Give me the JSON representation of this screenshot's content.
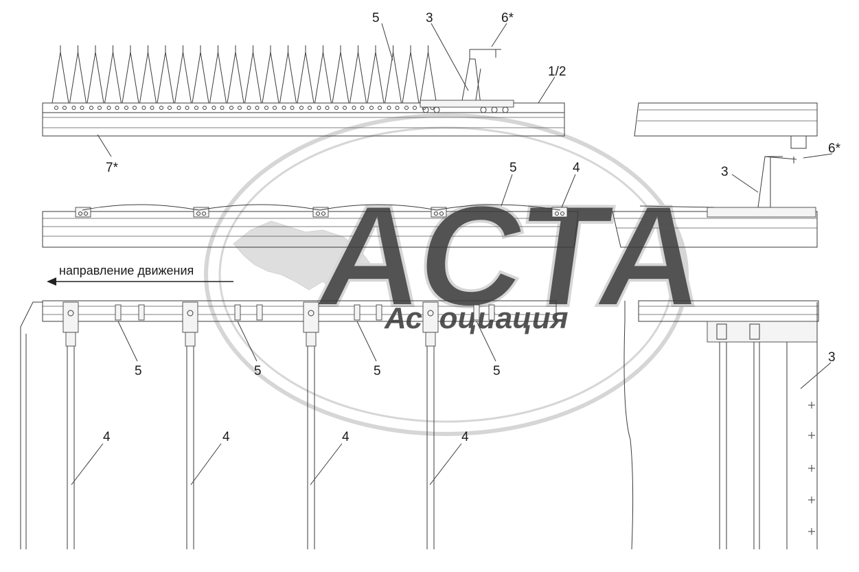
{
  "direction_label": "направление движения",
  "watermark": {
    "logo_text": "АСТА",
    "subtitle": "Ассоциация",
    "color": "#cfcfcf"
  },
  "callouts": {
    "top": {
      "a": "5",
      "b": "3",
      "c": "6*",
      "d": "1/2",
      "e": "7*"
    },
    "top_right": {
      "a": "6*",
      "b": "3"
    },
    "middle": {
      "a": "5",
      "b": "4"
    },
    "bottom_arms": [
      "5",
      "5",
      "5",
      "5"
    ],
    "bottom_posts": [
      "4",
      "4",
      "4",
      "4"
    ],
    "bottom_right": "3"
  },
  "colors": {
    "line": "#3a3a3a",
    "background": "#ffffff"
  }
}
